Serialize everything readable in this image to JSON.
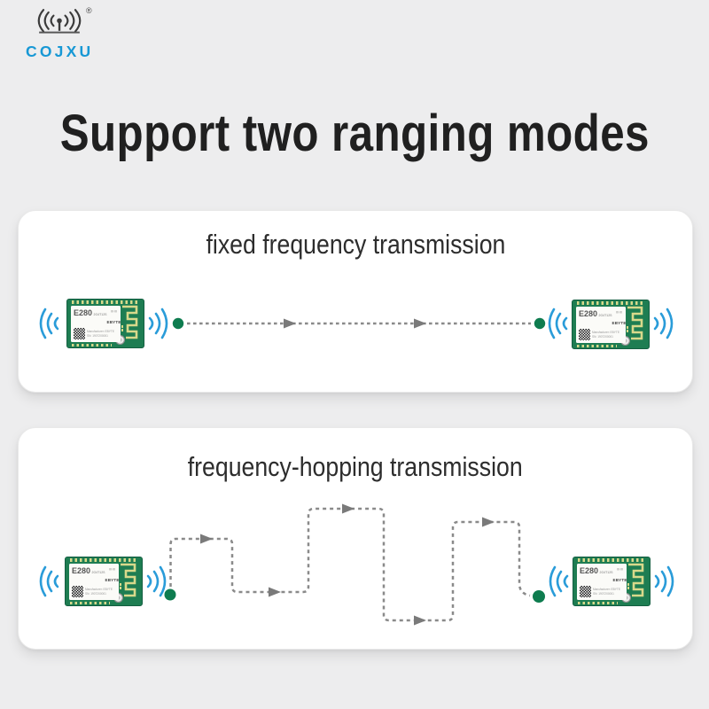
{
  "brand": {
    "name": "COJXU",
    "registered_mark": "®"
  },
  "page_title": "Support two ranging modes",
  "panels": [
    {
      "title": "fixed frequency transmission"
    },
    {
      "title": "frequency-hopping transmission"
    }
  ],
  "module": {
    "model": "E280",
    "variant": "2G4T12S",
    "vendor": "EBYTE",
    "vendor_mark": "(((·)))",
    "manufacturer_line": "Manufacturer: EBYTE",
    "serial_line": "SN: 1907200001"
  },
  "colors": {
    "background": "#ededee",
    "panel": "#ffffff",
    "title_text": "#202020",
    "brand_blue": "#1798d5",
    "wave_blue": "#2a9cd9",
    "endpoint_green": "#0e7c4f",
    "pcb_green": "#1e7d52",
    "antenna_trace_gold": "#d8d98b",
    "path_gray": "#8a8a8a"
  }
}
